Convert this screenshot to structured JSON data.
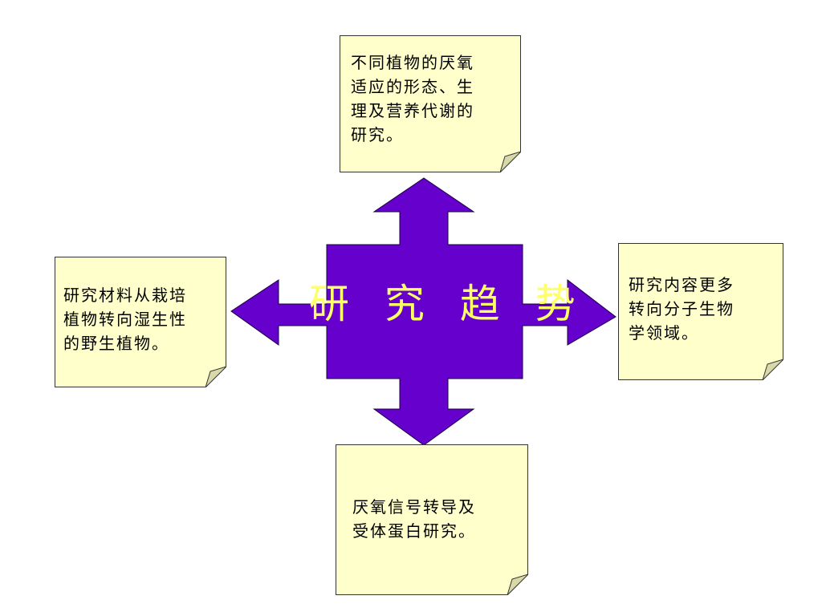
{
  "center": {
    "label": "研 究 趋 势",
    "fill": "#6600cc",
    "text_color": "#ffff66"
  },
  "notes": {
    "top": "不同植物的厌氧\n适应的形态、生\n理及营养代谢的\n研究。",
    "left": "研究材料从栽培\n植物转向湿生性\n的野生植物。",
    "right": "研究内容更多\n转向分子生物\n学领域。",
    "bottom": "厌氧信号转导及\n受体蛋白研究。"
  },
  "note_fill": "#ffffcc"
}
